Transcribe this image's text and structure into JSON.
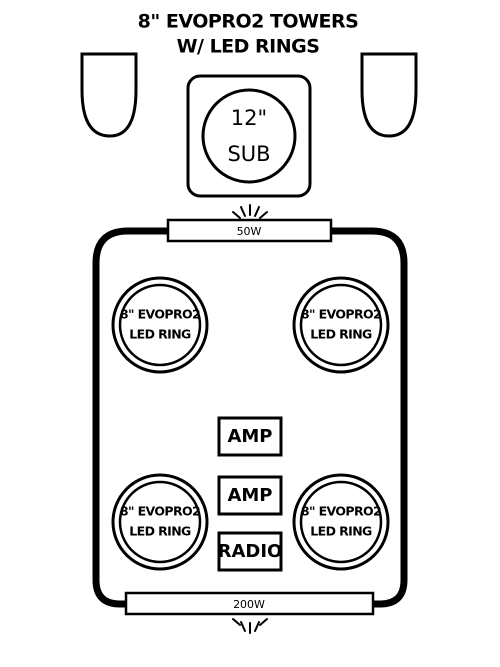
{
  "title": {
    "line1": "8\" EVOPRO2 TOWERS",
    "line2": "W/ LED RINGS"
  },
  "sub": {
    "size": "12\"",
    "label": "SUB"
  },
  "led_rings": [
    {
      "line1": "8\" EVOPRO2",
      "line2": "LED RING"
    },
    {
      "line1": "8\" EVOPRO2",
      "line2": "LED RING"
    },
    {
      "line1": "8\" EVOPRO2",
      "line2": "LED RING"
    },
    {
      "line1": "8\" EVOPRO2",
      "line2": "LED RING"
    }
  ],
  "amps": [
    "AMP",
    "AMP"
  ],
  "radio": "RADIO",
  "strips": {
    "top": "50W",
    "bottom": "200W"
  },
  "colors": {
    "stroke": "#000000",
    "background": "#ffffff"
  },
  "icons": [
    "tower-speaker-icon",
    "light-glow-icon"
  ]
}
